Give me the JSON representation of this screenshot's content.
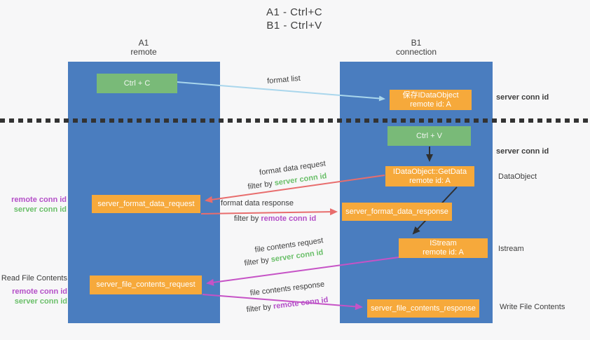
{
  "title": {
    "line1": "A1 - Ctrl+C",
    "line2": "B1 - Ctrl+V"
  },
  "lanes": {
    "left": {
      "name": "A1",
      "subtitle": "remote"
    },
    "right": {
      "name": "B1",
      "subtitle": "connection"
    }
  },
  "nodes": {
    "ctrl_c": {
      "label": "Ctrl + C"
    },
    "ctrl_v": {
      "label": "Ctrl + V"
    },
    "save_idataobject": {
      "line1": "保存IDataObject",
      "line2": "remote id: A"
    },
    "getdata": {
      "line1": "IDataObject::GetData",
      "line2": "remote id: A"
    },
    "istream": {
      "line1": "IStream",
      "line2": "remote id: A"
    },
    "server_format_data_request": {
      "label": "server_format_data_request"
    },
    "server_format_data_response": {
      "label": "server_format_data_response"
    },
    "server_file_contents_request": {
      "label": "server_file_contents_request"
    },
    "server_file_contents_response": {
      "label": "server_file_contents_response"
    }
  },
  "edge_labels": {
    "format_list": "format list",
    "format_data_request": "format data request",
    "format_data_response": "format data response",
    "file_contents_request": "file contents request",
    "file_contents_response": "file contents response",
    "filter_by": "filter by",
    "server_conn_id": "server conn id",
    "remote_conn_id": "remote conn id"
  },
  "side_labels": {
    "server_conn_id_top": "server conn id",
    "server_conn_id_mid": "server conn id",
    "dataobject": "DataObject",
    "istream": "Istream",
    "write_file_contents": "Write File Contents",
    "read_file_contents": "Read File Contents",
    "remote_conn_id_format": "remote conn id",
    "server_conn_id_format": "server conn id",
    "remote_conn_id_file": "remote conn id",
    "server_conn_id_file": "server conn id"
  },
  "colors": {
    "lane_blue": "#4a7dbf",
    "box_orange": "#f6a93b",
    "box_green": "#79ba78",
    "text_green": "#6abf69",
    "text_purple": "#b44fc8",
    "arrow_red": "#e86d6d",
    "arrow_magenta": "#c653c6",
    "arrow_blue": "#a9d6ec",
    "arrow_black": "#2f2f2f"
  }
}
